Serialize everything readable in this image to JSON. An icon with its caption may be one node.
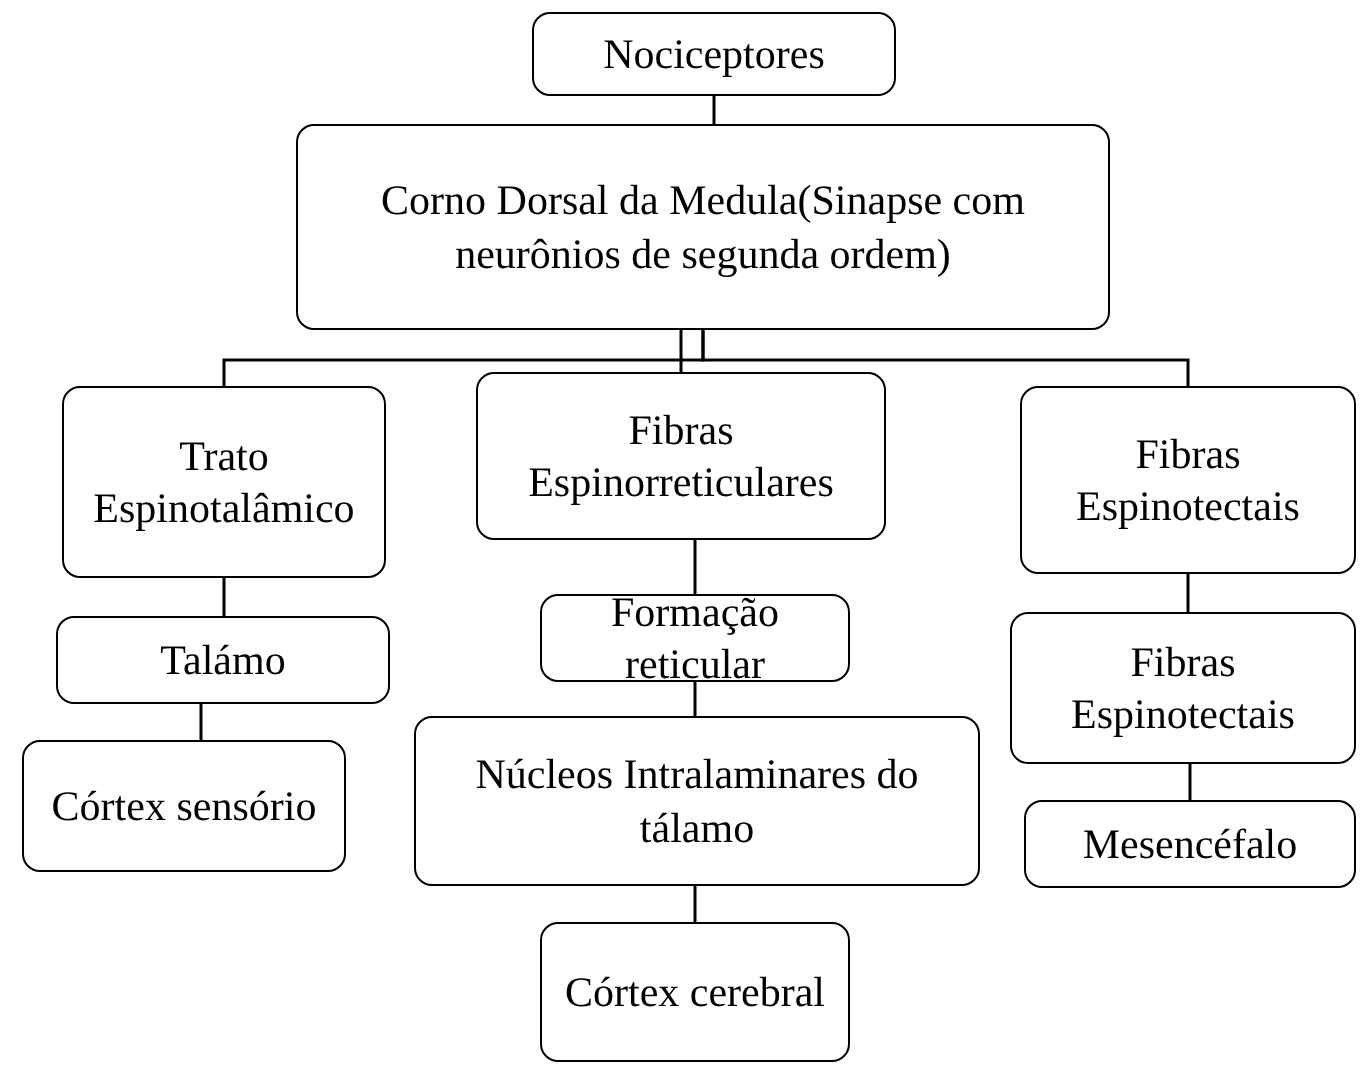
{
  "diagram": {
    "nodes": [
      {
        "text": [
          "Nociceptores"
        ]
      },
      {
        "text": [
          "Corno Dorsal da Medula(Sinapse com neurônios de segunda ordem)"
        ]
      },
      {
        "text": [
          "Trato Espinotalâmico"
        ]
      },
      {
        "text": [
          "Fibras Espinorreticulares"
        ]
      },
      {
        "text": [
          "Fibras Espinotectais"
        ]
      },
      {
        "text": [
          "Talámo"
        ]
      },
      {
        "text": [
          "Formação reticular"
        ]
      },
      {
        "text": [
          "Fibras Espinotectais"
        ]
      },
      {
        "text": [
          "Córtex sensório"
        ]
      },
      {
        "text": [
          "Núcleos Intralaminares do tálamo"
        ]
      },
      {
        "text": [
          "Mesencéfalo"
        ]
      },
      {
        "text": [
          "Córtex cerebral"
        ]
      }
    ],
    "edges": [
      {
        "from": 0,
        "to": 1,
        "arrow": "none"
      },
      {
        "from": 1,
        "to": 2,
        "arrow": "none"
      },
      {
        "from": 1,
        "to": 3,
        "arrow": "none"
      },
      {
        "from": 1,
        "to": 4,
        "arrow": "none"
      },
      {
        "from": 2,
        "to": 5,
        "arrow": "none"
      },
      {
        "from": 5,
        "to": 8,
        "arrow": "none"
      },
      {
        "from": 3,
        "to": 6,
        "arrow": "none"
      },
      {
        "from": 6,
        "to": 9,
        "arrow": "none"
      },
      {
        "from": 9,
        "to": 11,
        "arrow": "none"
      },
      {
        "from": 4,
        "to": 7,
        "arrow": "none"
      },
      {
        "from": 7,
        "to": 10,
        "arrow": "none"
      }
    ]
  }
}
